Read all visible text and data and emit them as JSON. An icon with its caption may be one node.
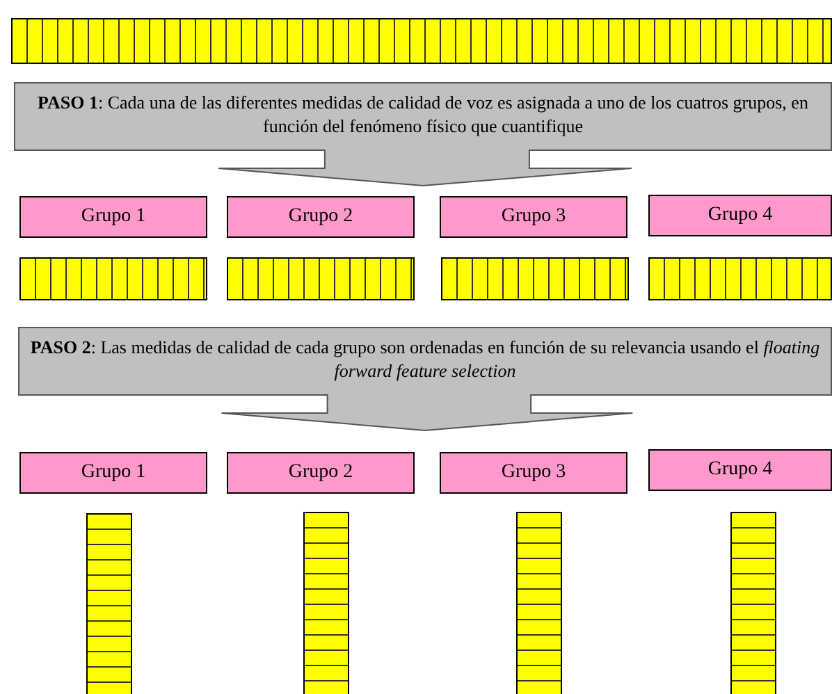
{
  "diagram": {
    "nodes": [
      {
        "text": [],
        "shape": "bar"
      },
      {
        "text": [
          "**PASO 1**:  Cada una de las diferentes medidas de calidad de voz es asignada a uno de los cuatros grupos, en función del fenómeno físico que cuantifique"
        ]
      },
      {
        "text": [
          "Grupo 1"
        ]
      },
      {
        "text": [
          "Grupo 2"
        ]
      },
      {
        "text": [
          "Grupo 3"
        ]
      },
      {
        "text": [
          "Grupo 4"
        ]
      },
      {
        "text": [],
        "shape": "bar"
      },
      {
        "text": [],
        "shape": "bar"
      },
      {
        "text": [],
        "shape": "bar"
      },
      {
        "text": [],
        "shape": "bar"
      },
      {
        "text": [
          "**PASO 2**:  Las medidas de calidad de cada grupo son ordenadas en función de su relevancia usando el *floating forward feature selection*"
        ]
      },
      {
        "text": [
          "Grupo 1"
        ]
      },
      {
        "text": [
          "Grupo 2"
        ]
      },
      {
        "text": [
          "Grupo 3"
        ]
      },
      {
        "text": [
          "Grupo 4"
        ]
      },
      {
        "text": [],
        "shape": "bar"
      },
      {
        "text": [],
        "shape": "bar"
      },
      {
        "text": [],
        "shape": "bar"
      },
      {
        "text": [],
        "shape": "bar"
      }
    ]
  }
}
